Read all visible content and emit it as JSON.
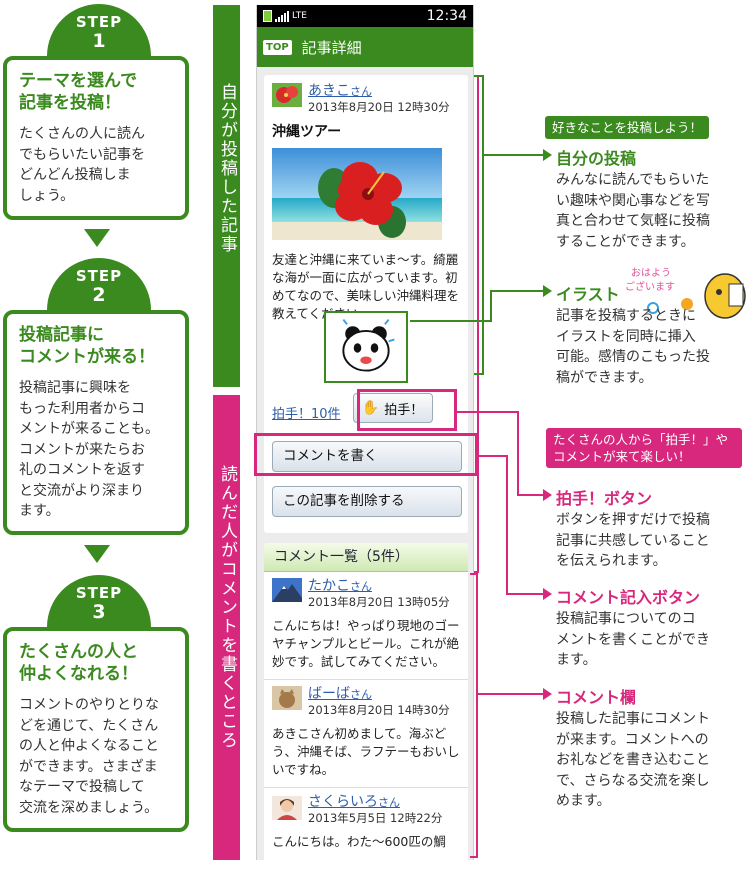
{
  "steps": [
    {
      "step_label": "STEP",
      "number": "1",
      "title_lines": [
        "テーマを選んで",
        "記事を投稿！"
      ],
      "desc_lines": [
        "たくさんの人に読ん",
        "でもらいたい記事を",
        "どんどん投稿しま",
        "しょう。"
      ]
    },
    {
      "step_label": "STEP",
      "number": "2",
      "title_lines": [
        "投稿記事に",
        "コメントが来る！"
      ],
      "desc_lines": [
        "投稿記事に興味を",
        "もった利用者からコ",
        "メントが来ることも。",
        "コメントが来たらお",
        "礼のコメントを返す",
        "と交流がより深まり",
        "ます。"
      ]
    },
    {
      "step_label": "STEP",
      "number": "3",
      "title_lines": [
        "たくさんの人と",
        "仲よくなれる！"
      ],
      "desc_lines": [
        "コメントのやりとりな",
        "どを通じて、たくさん",
        "の人と仲よくなること",
        "ができます。さまざま",
        "なテーマで投稿して",
        "交流を深めましょう。"
      ]
    }
  ],
  "bands": {
    "green": "自分が投稿した記事",
    "pink": "読んだ人がコメントを書くところ"
  },
  "phone": {
    "status": {
      "network": "LTE",
      "time": "12:34"
    },
    "appbar": {
      "top_button": "TOP",
      "title": "記事詳細"
    },
    "article": {
      "author": "あきこ",
      "author_suffix": "さん",
      "date": "2013年8月20日 12時30分",
      "title": "沖縄ツアー",
      "body": "友達と沖縄に来ていま～す。綺麗な海が一面に広がっています。初めてなので、美味しい沖縄料理を教えてください。",
      "clap_link": "拍手！10件",
      "clap_button": "拍手！",
      "comment_button": "コメントを書く",
      "delete_button": "この記事を削除する"
    },
    "comments": {
      "header": "コメント一覧（5件）",
      "items": [
        {
          "name": "たかこ",
          "suffix": "さん",
          "date": "2013年8月20日 13時05分",
          "text": "こんにちは！やっぱり現地のゴーヤチャンプルとビール。これが絶妙です。試してみてください。"
        },
        {
          "name": "ばーば",
          "suffix": "さん",
          "date": "2013年8月20日 14時30分",
          "text": "あきこさん初めまして。海ぶどう、沖縄そば、ラフテーもおいしいですね。"
        },
        {
          "name": "さくらいろ",
          "suffix": "さん",
          "date": "2013年5月5日 12時22分",
          "text": "こんにちは。わた～600匹の鯛"
        }
      ]
    }
  },
  "annotations": {
    "pill_top": "好きなことを投稿しよう！",
    "post": {
      "title": "自分の投稿",
      "desc_lines": [
        "みんなに読んでもらいた",
        "い趣味や関心事などを写",
        "真と合わせて気軽に投稿",
        "することができます。"
      ]
    },
    "illust": {
      "title": "イラスト",
      "desc_lines": [
        "記事を投稿するときに",
        "イラストを同時に挿入",
        "可能。感情のこもった投",
        "稿ができます。"
      ]
    },
    "pill_mid_lines": [
      "たくさんの人から「拍手！」や",
      "コメントが来て楽しい！"
    ],
    "clap": {
      "title": "拍手！ボタン",
      "desc_lines": [
        "ボタンを押すだけで投稿",
        "記事に共感していること",
        "を伝えられます。"
      ]
    },
    "comment_btn": {
      "title": "コメント記入ボタン",
      "desc_lines": [
        "投稿記事についてのコ",
        "メントを書くことができ",
        "ます。"
      ]
    },
    "comment_area": {
      "title": "コメント欄",
      "desc_lines": [
        "投稿した記事にコメント",
        "が来ます。コメントへの",
        "お礼などを書き込むこと",
        "で、さらなる交流を楽し",
        "めます。"
      ]
    }
  },
  "colors": {
    "green": "#3b8a1f",
    "pink": "#d7287e",
    "link": "#2d5ea8"
  }
}
